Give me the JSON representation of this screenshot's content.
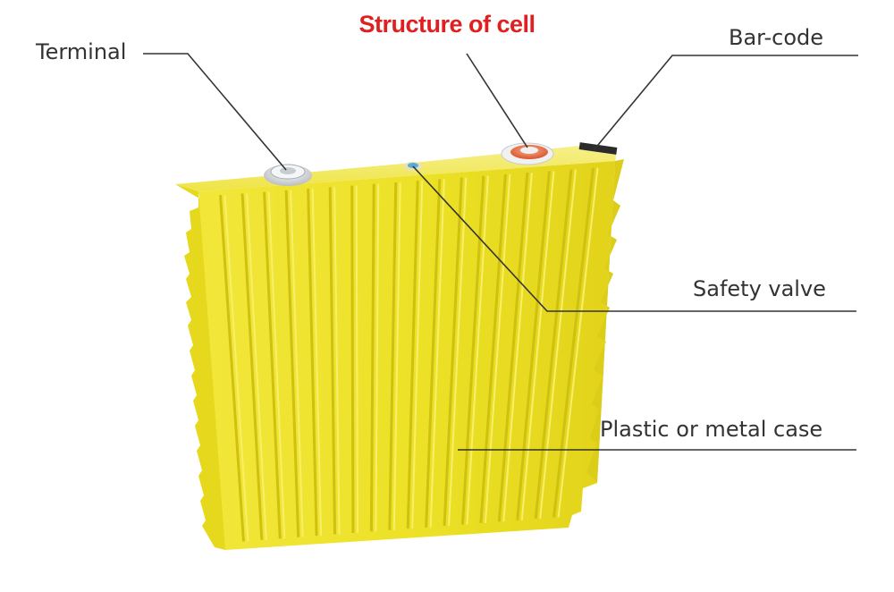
{
  "title": "Structure of cell",
  "labels": {
    "terminal": "Terminal",
    "barcode": "Bar-code",
    "safety_valve": "Safety valve",
    "case": "Plastic or metal case"
  },
  "colors": {
    "title": "#e02020",
    "cell_front": "#ece126",
    "cell_top": "#f3ec5a",
    "cell_side": "#d8c915",
    "groove": "#cfc10f",
    "leader_line": "#333333",
    "terminal_ring_negative": "#e5e8ea",
    "terminal_ring_positive": "#e46a3b",
    "safety_valve": "#5aa9d6"
  }
}
